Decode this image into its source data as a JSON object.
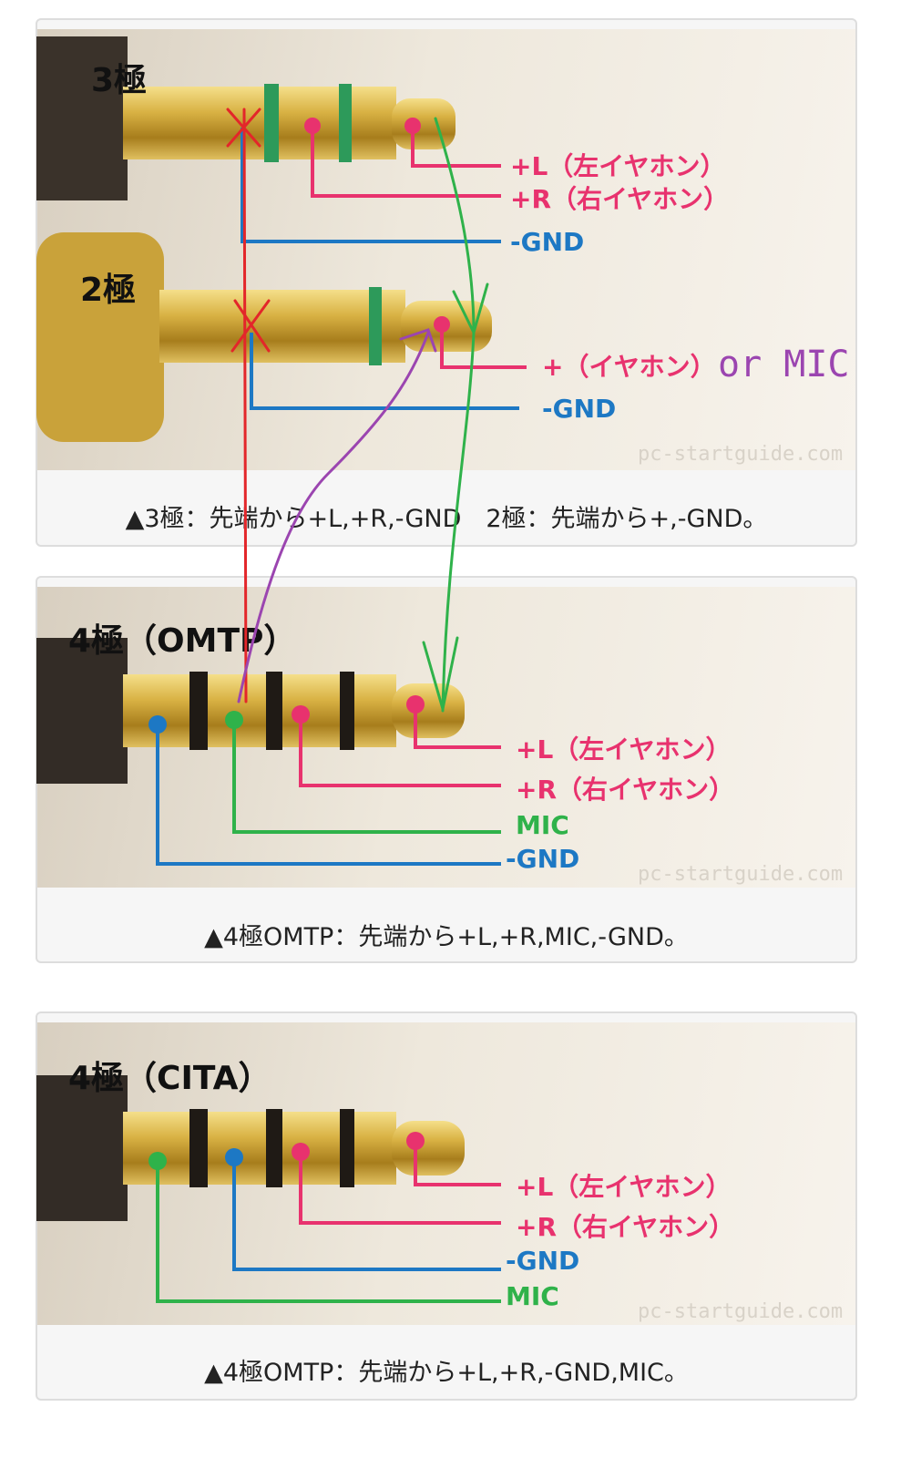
{
  "panels": [
    {
      "titles": [
        "3極",
        "2極"
      ],
      "labels_3pole": [
        "+L（左イヤホン）",
        "+R（右イヤホン）",
        "-GND"
      ],
      "labels_2pole": [
        "+（イヤホン）",
        "or MIC",
        "-GND"
      ],
      "watermark": "pc-startguide.com",
      "caption": "▲3極：先端から+L,+R,-GND　2極：先端から+,-GND。"
    },
    {
      "title": "4極（OMTP）",
      "labels": [
        "+L（左イヤホン）",
        "+R（右イヤホン）",
        "MIC",
        "-GND"
      ],
      "watermark": "pc-startguide.com",
      "caption": "▲4極OMTP：先端から+L,+R,MIC,-GND。"
    },
    {
      "title": "4極（CITA）",
      "labels": [
        "+L（左イヤホン）",
        "+R（右イヤホン）",
        "-GND",
        "MIC"
      ],
      "watermark": "pc-startguide.com",
      "caption": "▲4極OMTP：先端から+L,+R,-GND,MIC。"
    }
  ],
  "colors": {
    "pink": "#e8326e",
    "blue": "#1d78c4",
    "green": "#2fb24a",
    "red": "#e3262a",
    "purple": "#9b45b0",
    "gold": "#c9a23a"
  }
}
